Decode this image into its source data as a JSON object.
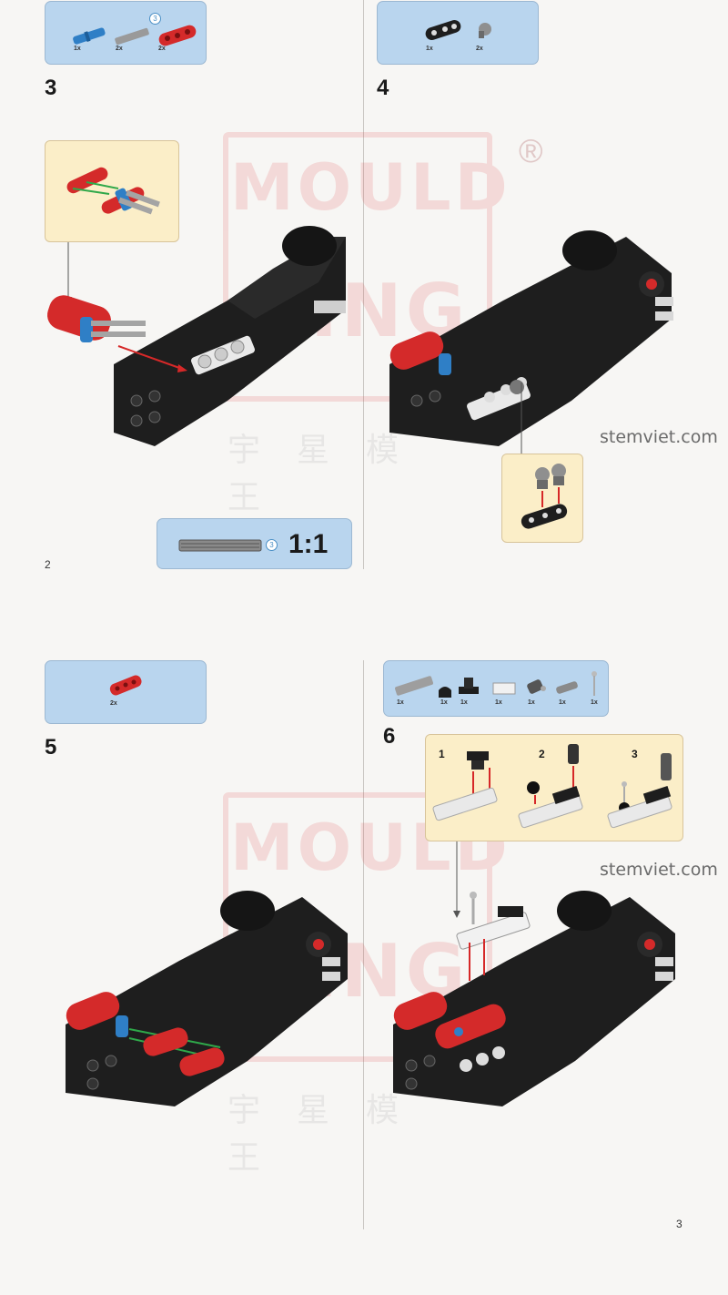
{
  "page": {
    "page_left": "2",
    "page_right": "3",
    "site_watermark": "stemviet.com",
    "registered_mark": "®"
  },
  "watermark": {
    "letters_top": "MOULD",
    "letters_bottom": "KING",
    "chinese": "宇星模王"
  },
  "steps": [
    {
      "number": "3",
      "parts": [
        {
          "icon": "blue-axle-pin",
          "qty": "1x"
        },
        {
          "icon": "grey-axle-3",
          "qty": "2x",
          "badge": "3"
        },
        {
          "icon": "red-beam-3",
          "qty": "2x"
        }
      ]
    },
    {
      "number": "4",
      "parts": [
        {
          "icon": "black-liftarm",
          "qty": "1x"
        },
        {
          "icon": "grey-ball-joint",
          "qty": "2x"
        }
      ]
    },
    {
      "number": "5",
      "parts": [
        {
          "icon": "red-beam-3",
          "qty": "2x"
        }
      ]
    },
    {
      "number": "6",
      "parts": [
        {
          "icon": "grey-plate-1x6",
          "qty": "1x"
        },
        {
          "icon": "black-slope",
          "qty": "1x"
        },
        {
          "icon": "black-bracket",
          "qty": "1x"
        },
        {
          "icon": "white-tile",
          "qty": "1x"
        },
        {
          "icon": "ball-cylinder",
          "qty": "1x"
        },
        {
          "icon": "grey-axle-pin",
          "qty": "1x"
        },
        {
          "icon": "lever-stick",
          "qty": "1x"
        }
      ],
      "substeps": [
        "1",
        "2",
        "3"
      ]
    }
  ],
  "scale": {
    "badge": "3",
    "label": "1:1"
  },
  "colors": {
    "parts_box": "#b9d5ee",
    "callout": "#fbeec8",
    "brick_black": "#1e1e1e",
    "brick_red": "#d42a2a",
    "pin_blue": "#2f7fc6",
    "arrow_red": "#d62828",
    "arrow_green": "#2fa84a"
  }
}
